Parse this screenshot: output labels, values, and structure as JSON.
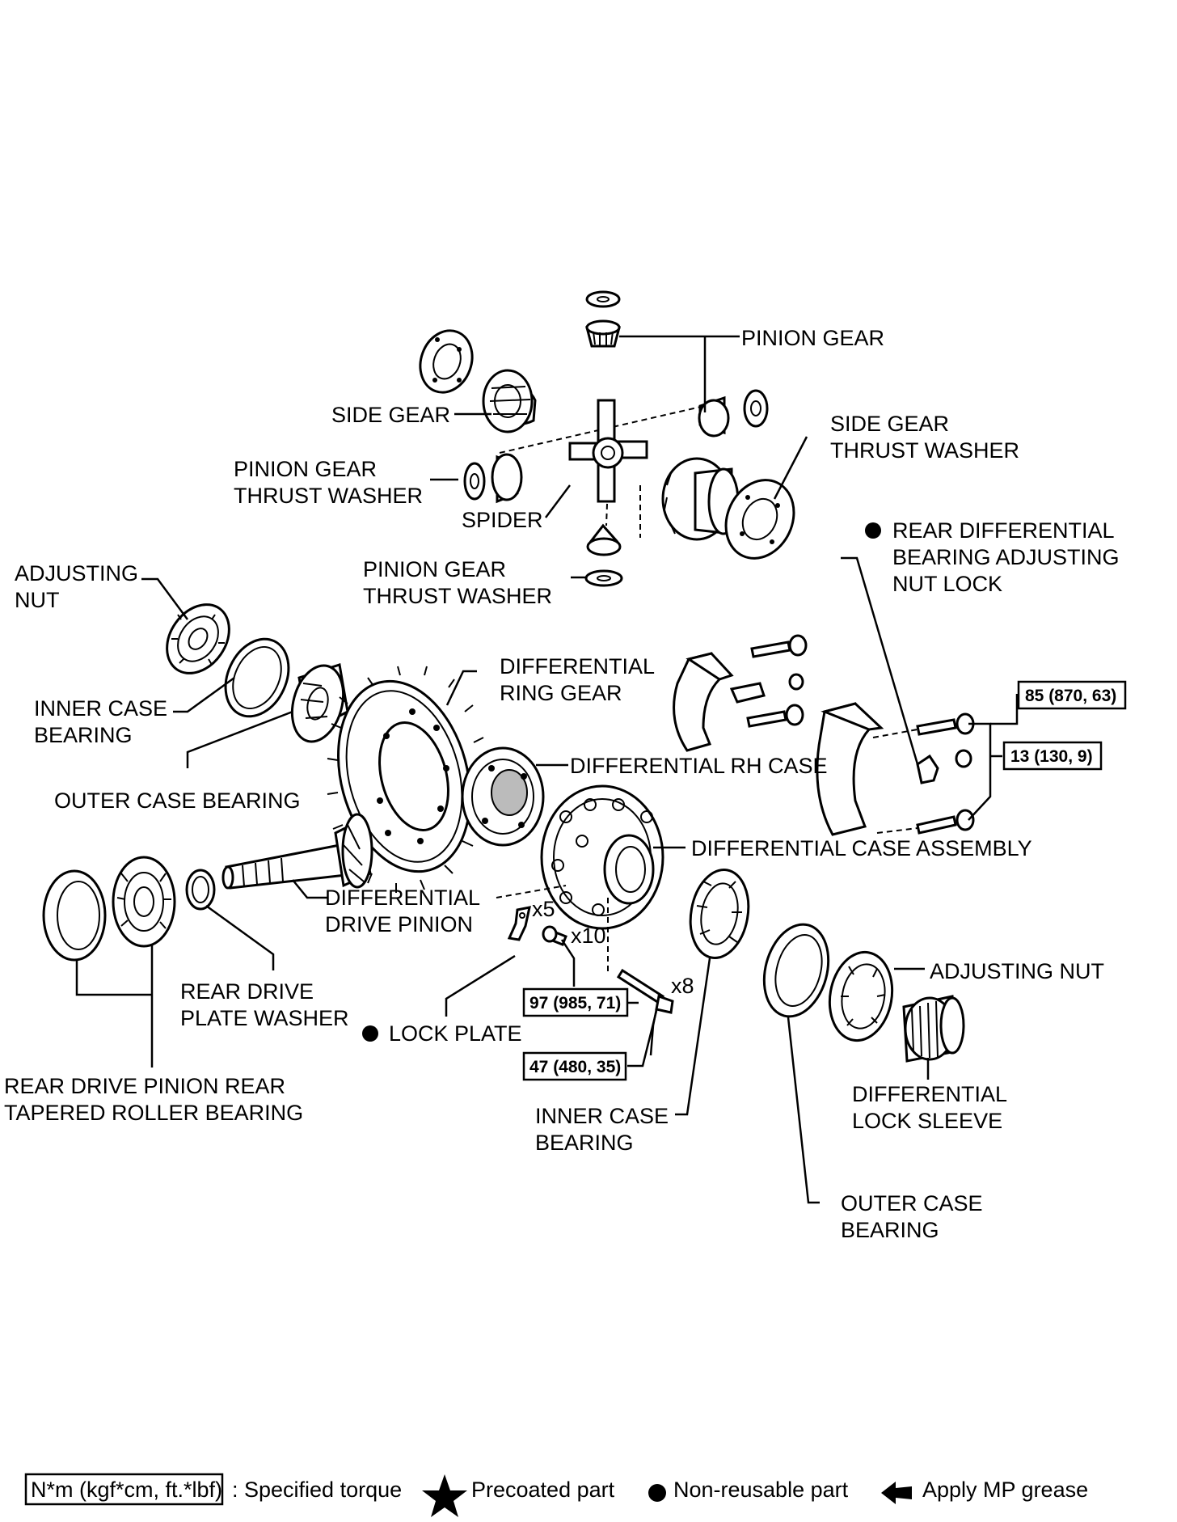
{
  "labels": {
    "pinion_gear": "PINION GEAR",
    "side_gear": "SIDE GEAR",
    "side_gear_thrust_washer": [
      "SIDE GEAR",
      "THRUST WASHER"
    ],
    "pinion_gear_thrust_washer_left": [
      "PINION GEAR",
      "THRUST WASHER"
    ],
    "spider": "SPIDER",
    "pinion_gear_thrust_washer_bottom": [
      "PINION GEAR",
      "THRUST WASHER"
    ],
    "rear_diff_bearing_adjusting_nut_lock": [
      "REAR DIFFERENTIAL",
      "BEARING ADJUSTING",
      "NUT LOCK"
    ],
    "adjusting_nut_left": [
      "ADJUSTING",
      "NUT"
    ],
    "differential_ring_gear": [
      "DIFFERENTIAL",
      "RING GEAR"
    ],
    "inner_case_bearing_left": [
      "INNER CASE",
      "BEARING"
    ],
    "differential_rh_case": "DIFFERENTIAL RH CASE",
    "outer_case_bearing_left": "OUTER CASE BEARING",
    "differential_case_assembly": "DIFFERENTIAL CASE ASSEMBLY",
    "differential_drive_pinion": [
      "DIFFERENTIAL",
      "DRIVE PINION"
    ],
    "qty_x5": "x5",
    "qty_x10": "x10",
    "qty_x8": "x8",
    "adjusting_nut_right": "ADJUSTING NUT",
    "rear_drive_plate_washer": [
      "REAR DRIVE",
      "PLATE WASHER"
    ],
    "lock_plate": "LOCK PLATE",
    "rear_drive_pinion_rear_tapered_roller_bearing": [
      "REAR DRIVE PINION REAR",
      "TAPERED ROLLER BEARING"
    ],
    "inner_case_bearing_right": [
      "INNER CASE",
      "BEARING"
    ],
    "differential_lock_sleeve": [
      "DIFFERENTIAL",
      "LOCK SLEEVE"
    ],
    "outer_case_bearing_right": [
      "OUTER CASE",
      "BEARING"
    ]
  },
  "torques": {
    "t85": "85 (870, 63)",
    "t13": "13 (130, 9)",
    "t97": "97 (985, 71)",
    "t47": "47 (480, 35)"
  },
  "legend": {
    "torque_box": "N*m (kgf*cm, ft.*lbf)",
    "specified_torque": ": Specified torque",
    "precoated_part": "Precoated part",
    "non_reusable_part": "Non-reusable part",
    "apply_mp_grease": "Apply MP grease"
  }
}
